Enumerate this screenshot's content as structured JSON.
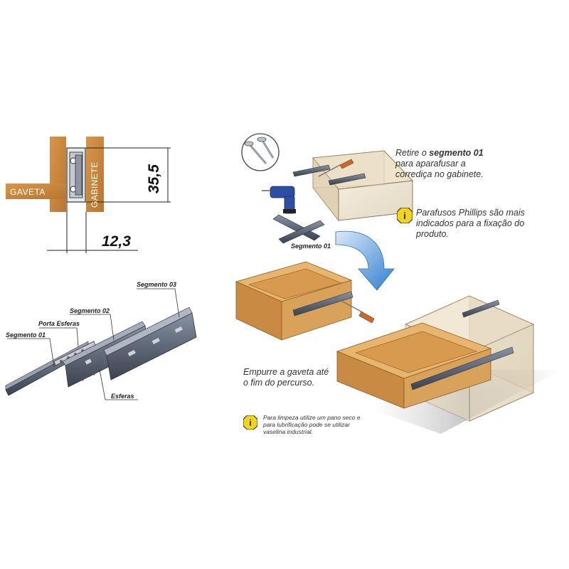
{
  "cross_section": {
    "drawer_label": "GAVETA",
    "cabinet_label": "GABINETE",
    "height_dimension": "35,5",
    "width_dimension": "12,3"
  },
  "exploded_view": {
    "segment_01": "Segmento 01",
    "ball_cage": "Porta Esferas",
    "segment_02": "Segmento 02",
    "segment_03": "Segmento 03",
    "balls": "Esferas"
  },
  "step_1": {
    "instruction_before": "Retire o ",
    "instruction_bold": "segmento 01",
    "instruction_line2": "para aparafusar a",
    "instruction_line3": "corrediça no gabinete.",
    "segment_label": "Segmento 01",
    "tip_line1": "Parafusos Phillips são mais",
    "tip_line2": "indicados para a fixação do",
    "tip_line3": "produto."
  },
  "step_2": {
    "instruction_line1": "Empurre a gaveta até",
    "instruction_line2": "o fim do percurso.",
    "tip": "Para limpeza utilize um pano seco e para lubrificação pode se utilizar vaselina industrial."
  },
  "colors": {
    "wood": "#c8873f",
    "warning_yellow": "#f2d41c",
    "arrow_blue": "#4a90d9",
    "rail_steel": "#5f6877"
  }
}
